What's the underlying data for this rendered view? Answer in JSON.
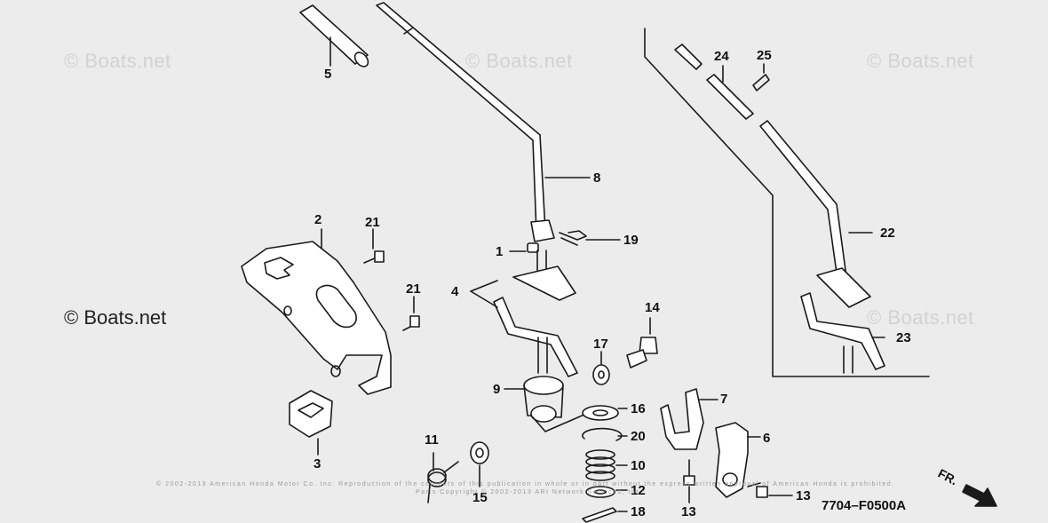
{
  "watermarks": {
    "top_left": "© Boats.net",
    "top_center": "© Boats.net",
    "top_right": "© Boats.net",
    "middle_left": "© Boats.net",
    "middle_right": "© Boats.net"
  },
  "callouts": {
    "p1": "1",
    "p2": "2",
    "p3": "3",
    "p4": "4",
    "p5": "5",
    "p6": "6",
    "p7": "7",
    "p8": "8",
    "p9": "9",
    "p10": "10",
    "p11": "11",
    "p12": "12",
    "p13a": "13",
    "p13b": "13",
    "p14": "14",
    "p15": "15",
    "p16": "16",
    "p17": "17",
    "p18": "18",
    "p19": "19",
    "p20": "20",
    "p21a": "21",
    "p21b": "21",
    "p22": "22",
    "p23": "23",
    "p24": "24",
    "p25": "25"
  },
  "diagram_code": "7704–F0500A",
  "direction_label": "FR.",
  "copyright": {
    "line1": "© 2002-2013 American Honda Motor Co. Inc. Reproduction of the contents of this publication in whole or in part without the express written approval of American Honda is prohibited.",
    "line2": "Parts Copyright © 2002-2013 ARI Network Services, Inc."
  },
  "colors": {
    "background": "#ececec",
    "ink": "#1a1a1a",
    "watermark": "#d2d2d2"
  }
}
